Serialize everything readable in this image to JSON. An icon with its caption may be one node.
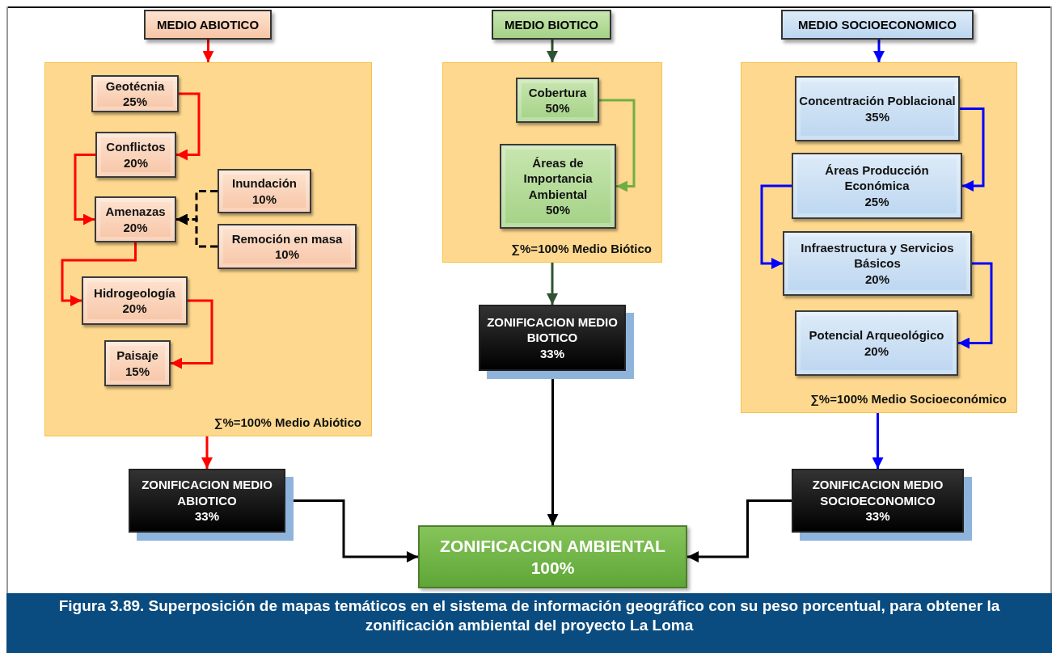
{
  "diagram": {
    "caption": "Figura 3.89. Superposición de mapas temáticos en el sistema de información geográfico con su peso porcentual, para obtener la zonificación ambiental del proyecto La Loma",
    "nodes": [
      {
        "text": [
          "MEDIO ABIOTICO"
        ]
      },
      {
        "text": [
          "∑%=100% Medio Abiótico"
        ]
      },
      {
        "text": [
          "Geotécnia",
          "25%"
        ],
        "in": 1
      },
      {
        "text": [
          "Conflictos",
          "20%"
        ],
        "in": 1
      },
      {
        "text": [
          "Amenazas",
          "20%"
        ],
        "in": 1
      },
      {
        "text": [
          "Inundación",
          "10%"
        ],
        "in": 1
      },
      {
        "text": [
          "Remoción en masa",
          "10%"
        ],
        "in": 1
      },
      {
        "text": [
          "Hidrogeología",
          "20%"
        ],
        "in": 1
      },
      {
        "text": [
          "Paisaje",
          "15%"
        ],
        "in": 1
      },
      {
        "text": [
          "MEDIO BIOTICO"
        ]
      },
      {
        "text": [
          "∑%=100% Medio Biótico"
        ]
      },
      {
        "text": [
          "Cobertura",
          "50%"
        ],
        "in": 10
      },
      {
        "text": [
          "Áreas de Importancia Ambiental",
          "50%"
        ],
        "in": 10
      },
      {
        "text": [
          "MEDIO SOCIOECONOMICO"
        ]
      },
      {
        "text": [
          "∑%=100% Medio Socioeconómico"
        ]
      },
      {
        "text": [
          "Concentración Poblacional",
          "35%"
        ],
        "in": 14
      },
      {
        "text": [
          "Áreas Producción Económica",
          "25%"
        ],
        "in": 14
      },
      {
        "text": [
          "Infraestructura y Servicios Básicos",
          "20%"
        ],
        "in": 14
      },
      {
        "text": [
          "Potencial Arqueológico",
          "20%"
        ],
        "in": 14
      },
      {
        "text": [
          "ZONIFICACION MEDIO BIOTICO",
          "33%"
        ]
      },
      {
        "text": [
          "ZONIFICACION MEDIO ABIOTICO",
          "33%"
        ]
      },
      {
        "text": [
          "ZONIFICACION MEDIO SOCIOECONOMICO",
          "33%"
        ]
      },
      {
        "text": [
          "ZONIFICACION AMBIENTAL",
          "100%"
        ]
      }
    ],
    "edges": [
      {
        "from": 0,
        "to": 1,
        "arrow": "to",
        "color": "#ff0000"
      },
      {
        "from": 2,
        "to": 3,
        "arrow": "to",
        "color": "#ff0000"
      },
      {
        "from": 3,
        "to": 4,
        "arrow": "to",
        "color": "#ff0000"
      },
      {
        "from": 5,
        "to": 4,
        "arrow": "to",
        "style": "dashed",
        "color": "#000000"
      },
      {
        "from": 6,
        "to": 4,
        "arrow": "to",
        "style": "dashed",
        "color": "#000000"
      },
      {
        "from": 4,
        "to": 7,
        "arrow": "to",
        "color": "#ff0000"
      },
      {
        "from": 7,
        "to": 8,
        "arrow": "to",
        "color": "#ff0000"
      },
      {
        "from": 9,
        "to": 10,
        "arrow": "to",
        "color": "#2f5233"
      },
      {
        "from": 11,
        "to": 12,
        "arrow": "to",
        "color": "#70ad47"
      },
      {
        "from": 13,
        "to": 14,
        "arrow": "to",
        "color": "#0000ff"
      },
      {
        "from": 15,
        "to": 16,
        "arrow": "to",
        "color": "#0000ff"
      },
      {
        "from": 16,
        "to": 17,
        "arrow": "to",
        "color": "#0000ff"
      },
      {
        "from": 17,
        "to": 18,
        "arrow": "to",
        "color": "#0000ff"
      },
      {
        "from": 1,
        "to": 20,
        "arrow": "to",
        "color": "#ff0000"
      },
      {
        "from": 10,
        "to": 19,
        "arrow": "to",
        "color": "#2f5233"
      },
      {
        "from": 14,
        "to": 21,
        "arrow": "to",
        "color": "#0000ff"
      },
      {
        "from": 19,
        "to": 22,
        "arrow": "to",
        "color": "#000000"
      },
      {
        "from": 20,
        "to": 22,
        "arrow": "to",
        "color": "#000000"
      },
      {
        "from": 21,
        "to": 22,
        "arrow": "to",
        "color": "#000000"
      }
    ]
  }
}
